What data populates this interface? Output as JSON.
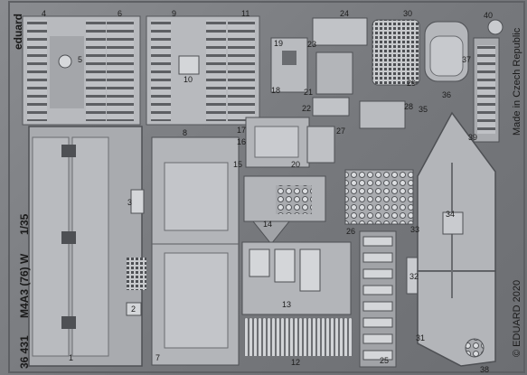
{
  "brand": "eduard",
  "product_code": "36 431",
  "title": "M4A3 (76) W",
  "scale": "1/35",
  "origin": "Made in Czech Republic",
  "copyright": "© EDUARD 2020",
  "part_numbers": [
    "1",
    "2",
    "3",
    "4",
    "5",
    "6",
    "7",
    "8",
    "9",
    "10",
    "11",
    "12",
    "13",
    "14",
    "15",
    "16",
    "17",
    "18",
    "19",
    "20",
    "21",
    "22",
    "23",
    "24",
    "25",
    "26",
    "27",
    "28",
    "29",
    "30",
    "31",
    "32",
    "33",
    "34",
    "35",
    "36",
    "37",
    "38",
    "39",
    "40"
  ],
  "colors": {
    "metal": "#8a8c90",
    "etch_dark": "#55575b",
    "part_light": "#c9cbcf",
    "ink": "#1c1c1c"
  }
}
